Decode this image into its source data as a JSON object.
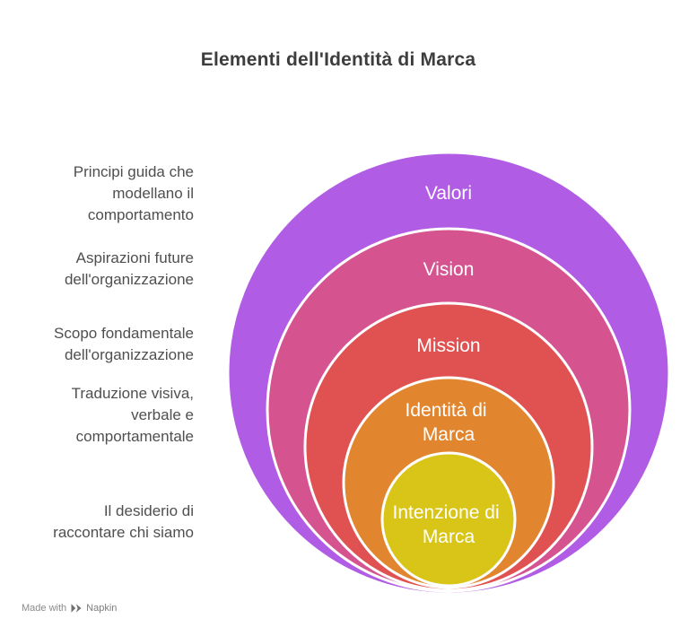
{
  "title": "Elementi dell'Identità di Marca",
  "rings": [
    {
      "label": "Valori",
      "description": "Principi guida che\nmodellano il\ncomportamento",
      "color": "#b15ce4"
    },
    {
      "label": "Vision",
      "description": "Aspirazioni future\ndell'organizzazione",
      "color": "#d5538f"
    },
    {
      "label": "Mission",
      "description": "Scopo fondamentale\ndell'organizzazione",
      "color": "#e05251"
    },
    {
      "label": "Identità di Marca",
      "label_lines": [
        "Identità di",
        "Marca"
      ],
      "description": "Traduzione visiva,\nverbale e\ncomportamentale",
      "color": "#e1862e"
    },
    {
      "label": "Intenzione di Marca",
      "label_lines": [
        "Intenzione di",
        "Marca"
      ],
      "description": "Il desiderio di\nraccontare chi siamo",
      "color": "#d8c517"
    }
  ],
  "stroke_color": "#ffffff",
  "footer": {
    "made_with": "Made with",
    "brand": "Napkin"
  }
}
